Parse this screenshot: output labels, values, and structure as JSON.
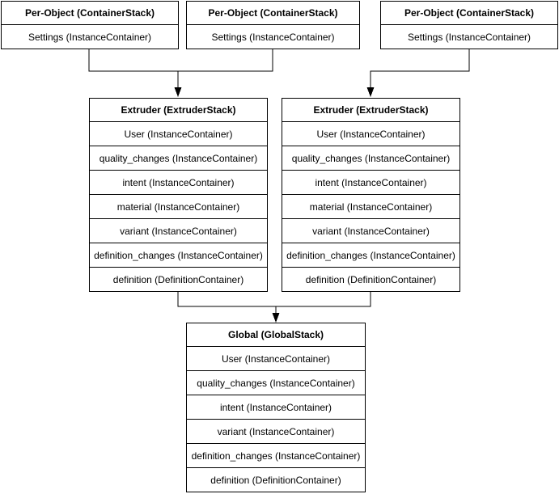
{
  "colors": {
    "background": "#ffffff",
    "stroke": "#000000",
    "text": "#000000",
    "box_fill": "#ffffff"
  },
  "boxes": {
    "per_object_left": {
      "title": "Per-Object (ContainerStack)",
      "rows": [
        "Settings (InstanceContainer)"
      ]
    },
    "per_object_middle": {
      "title": "Per-Object (ContainerStack)",
      "rows": [
        "Settings (InstanceContainer)"
      ]
    },
    "per_object_right": {
      "title": "Per-Object (ContainerStack)",
      "rows": [
        "Settings (InstanceContainer)"
      ]
    },
    "extruder_left": {
      "title": "Extruder (ExtruderStack)",
      "rows": [
        "User (InstanceContainer)",
        "quality_changes (InstanceContainer)",
        "intent (InstanceContainer)",
        "material (InstanceContainer)",
        "variant (InstanceContainer)",
        "definition_changes (InstanceContainer)",
        "definition (DefinitionContainer)"
      ]
    },
    "extruder_right": {
      "title": "Extruder (ExtruderStack)",
      "rows": [
        "User (InstanceContainer)",
        "quality_changes (InstanceContainer)",
        "intent (InstanceContainer)",
        "material (InstanceContainer)",
        "variant (InstanceContainer)",
        "definition_changes (InstanceContainer)",
        "definition (DefinitionContainer)"
      ]
    },
    "global": {
      "title": "Global (GlobalStack)",
      "rows": [
        "User (InstanceContainer)",
        "quality_changes (InstanceContainer)",
        "intent (InstanceContainer)",
        "variant (InstanceContainer)",
        "definition_changes (InstanceContainer)",
        "definition (DefinitionContainer)"
      ]
    }
  }
}
